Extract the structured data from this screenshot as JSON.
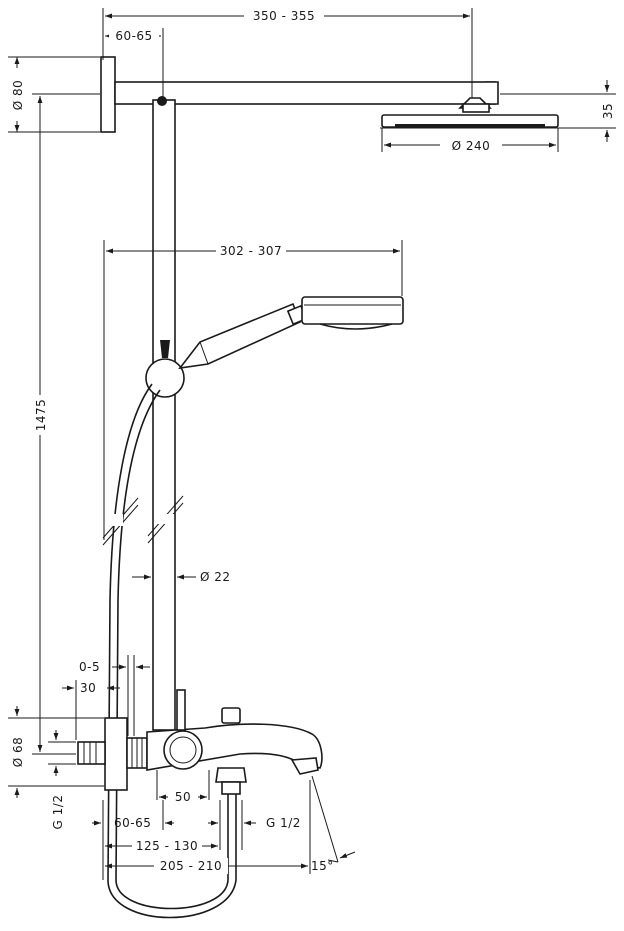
{
  "drawing": {
    "line_color": "#1a1a1a",
    "background": "#ffffff",
    "dimensions": {
      "arm_length": "350 - 355",
      "wall_offset_top": "60-65",
      "flange_diameter": "Ø 80",
      "head_height": "35",
      "head_diameter": "Ø 240",
      "hand_shower_reach": "302 - 307",
      "total_height": "1475",
      "rail_diameter": "Ø 22",
      "gap": "0-5",
      "connector_depth": "30",
      "mixer_diameter": "Ø 68",
      "inlet_thread_left": "G 1/2",
      "knob_width": "50",
      "spacing_bottom": "60-65",
      "outlet_thread": "G 1/2",
      "spout_distance": "125 - 130",
      "overall_spout": "205 - 210",
      "spout_angle": "15°"
    }
  }
}
